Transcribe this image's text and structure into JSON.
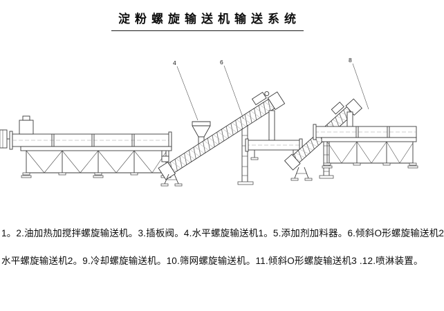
{
  "title": {
    "text": "淀粉螺旋输送机输送系统"
  },
  "diagram": {
    "description": "starch screw conveyor system schematic drawing",
    "callouts": [
      {
        "label": "4"
      },
      {
        "label": "6"
      },
      {
        "label": "8"
      }
    ]
  },
  "caption": {
    "line1": "1。2.油加热加搅拌螺旋输送机。3.插板阀。4.水平螺旋输送机1。5.添加剂加料器。6.倾斜O形螺旋输送机2",
    "line2": "水平螺旋输送机2。9.冷却螺旋输送机。10.筛网螺旋输送机。11.倾斜O形螺旋输送机3 .12.喷淋装置。"
  },
  "colors": {
    "line": "#3a3a3a",
    "text": "#0d0d0d",
    "background": "#ffffff"
  }
}
